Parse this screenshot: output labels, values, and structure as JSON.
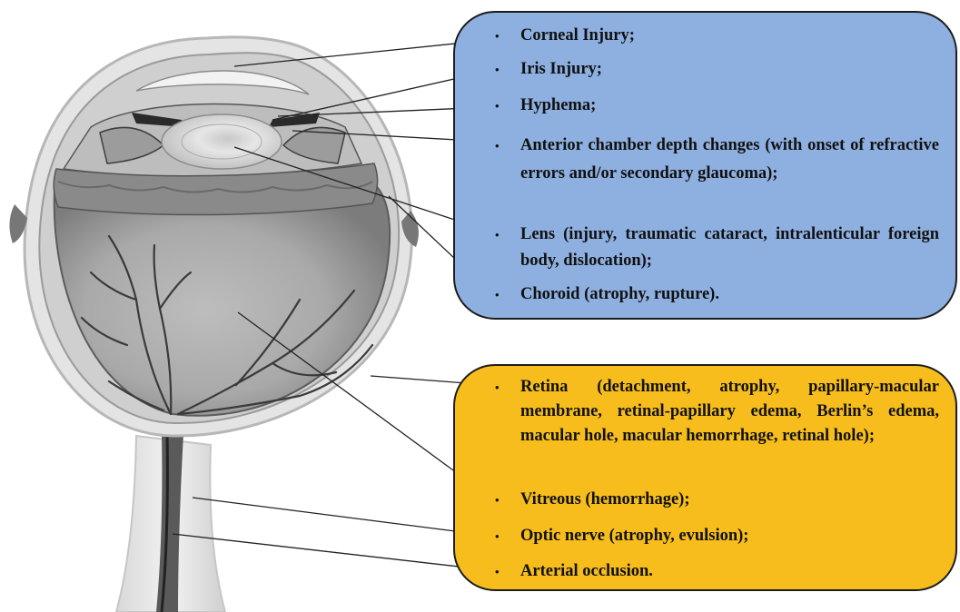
{
  "diagram": {
    "anterior_panel": {
      "color": "#8eb0e0",
      "items": [
        "Corneal Injury;",
        "Iris Injury;",
        "Hyphema;",
        "Anterior chamber depth changes (with onset of refractive errors and/or secondary glaucoma);",
        "Lens (injury, traumatic cataract, intralenticular foreign body, dislocation);",
        "Choroid (atrophy, rupture)."
      ]
    },
    "posterior_panel": {
      "color": "#f6bd1c",
      "items": [
        "Retina (detachment, atrophy, papillary-macular membrane, retinal-papillary edema, Berlin’s edema, macular hole, macular hemorrhage, retinal hole);",
        "Vitreous (hemorrhage);",
        "Optic nerve (atrophy, evulsion);",
        "Arterial occlusion."
      ]
    },
    "illustration": "eye-cross-section"
  }
}
